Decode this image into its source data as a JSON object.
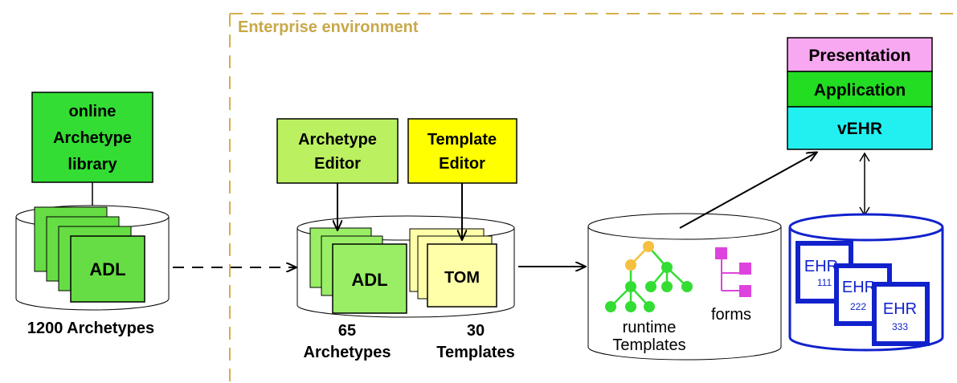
{
  "enterprise": {
    "label": "Enterprise environment"
  },
  "library": {
    "box_lines": [
      "online",
      "Archetype",
      "library"
    ],
    "stack_label": "ADL",
    "caption": "1200 Archetypes"
  },
  "archetype_editor": {
    "lines": [
      "Archetype",
      "Editor"
    ]
  },
  "template_editor": {
    "lines": [
      "Template",
      "Editor"
    ]
  },
  "repository": {
    "adl_label": "ADL",
    "tom_label": "TOM",
    "archetypes_caption": [
      "65",
      "Archetypes"
    ],
    "templates_caption": [
      "30",
      "Templates"
    ]
  },
  "runtime": {
    "caption_lines": [
      "runtime",
      "Templates"
    ],
    "forms_label": "forms"
  },
  "app_stack": {
    "presentation": "Presentation",
    "application": "Application",
    "vehr": "vEHR"
  },
  "ehr_db": {
    "records": [
      {
        "label": "EHR",
        "id": "111"
      },
      {
        "label": "EHR",
        "id": "222"
      },
      {
        "label": "EHR",
        "id": "333"
      }
    ]
  },
  "colors": {
    "enterprise_border": "#d4b04a",
    "enterprise_text": "#c8a84a",
    "library_green": "#33dd33",
    "editor_lightgreen": "#bbf060",
    "template_yellow": "#ffff00",
    "adl_green": "#99ee66",
    "tom_yellow": "#ffffaa",
    "tree_yellow": "#f5c040",
    "tree_green": "#33dd33",
    "forms_magenta": "#dd44dd",
    "presentation_pink": "#f8a8f0",
    "application_green": "#22dd22",
    "vehr_cyan": "#22f0f0",
    "ehr_blue": "#1122cc"
  }
}
